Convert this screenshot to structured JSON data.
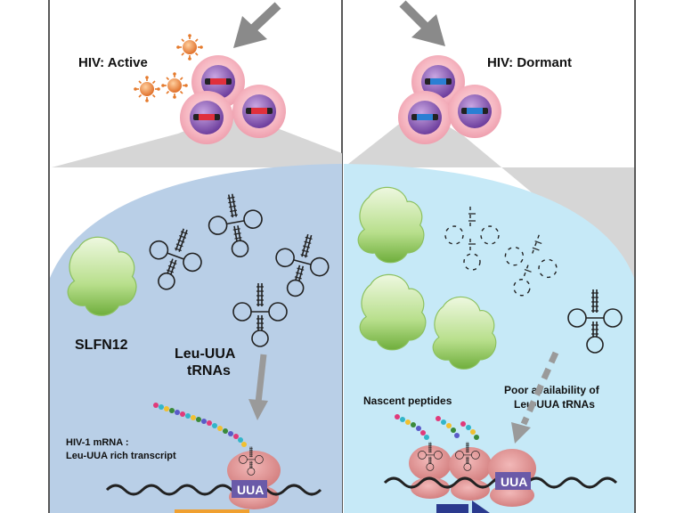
{
  "panels": {
    "active": {
      "title": "HIV: Active",
      "slfn_label": "SLFN12",
      "trna_label_line1": "Leu-UUA",
      "trna_label_line2": "tRNAs",
      "mrna_label_line1": "HIV-1 mRNA :",
      "mrna_label_line2": "Leu-UUA rich transcript",
      "codon_label": "UUA"
    },
    "dormant": {
      "title": "HIV: Dormant",
      "peptide_label": "Nascent peptides",
      "availability_label_line1": "Poor availability of",
      "availability_label_line2": "Leu-UUA tRNAs",
      "codon_label": "UUA"
    }
  },
  "colors": {
    "active_cell_fill": "#b8cfe6",
    "dormant_cell_fill": "#c4e8f6",
    "cone_fill": "#d4d4d4",
    "arrow_gray": "#8a8a8a",
    "cell_outer": "#f4b6c0",
    "nucleus": "#8b5fb3",
    "virus_orange": "#f08a3a",
    "protein_green": "#9ccd6a",
    "ribosome": "#d98a8a",
    "codon_box": "#6a5aa8"
  },
  "icons": {
    "virus": "virus-icon",
    "cell": "infected-cell-icon",
    "protein": "slfn12-protein-icon",
    "trna": "trna-icon",
    "ribosome": "ribosome-icon",
    "arrow": "arrow-icon"
  }
}
